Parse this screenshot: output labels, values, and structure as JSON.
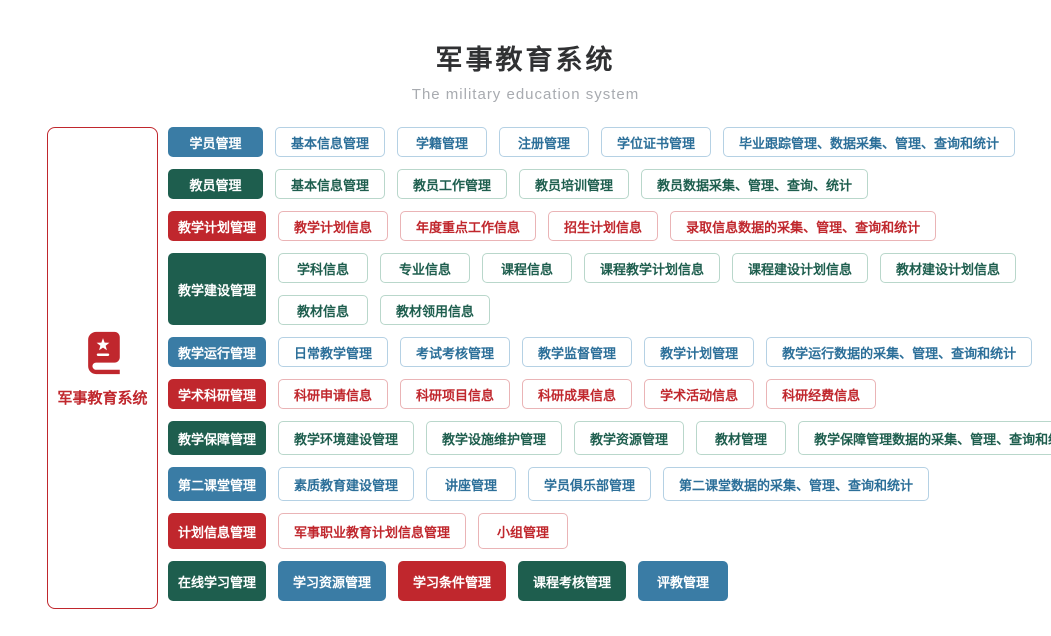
{
  "header": {
    "title": "军事教育系统",
    "subtitle": "The military education system"
  },
  "sidebar": {
    "label": "军事教育系统",
    "icon": "book-star-icon"
  },
  "colors": {
    "blue": {
      "solid": "#3a7ca5",
      "text": "#2c6f99",
      "border": "#b5d1e4"
    },
    "green": {
      "solid": "#1e5e4e",
      "text": "#1e5e4e",
      "border": "#b9d7cb"
    },
    "red": {
      "solid": "#c0272d",
      "text": "#c0272d",
      "border": "#eab4b6"
    }
  },
  "rows": [
    {
      "category": {
        "label": "学员管理",
        "color": "blue"
      },
      "lines": [
        [
          {
            "label": "基本信息管理",
            "variant": "outline",
            "color": "blue"
          },
          {
            "label": "学籍管理",
            "variant": "outline",
            "color": "blue"
          },
          {
            "label": "注册管理",
            "variant": "outline",
            "color": "blue"
          },
          {
            "label": "学位证书管理",
            "variant": "outline",
            "color": "blue"
          },
          {
            "label": "毕业跟踪管理、数据采集、管理、查询和统计",
            "variant": "outline",
            "color": "blue"
          }
        ]
      ]
    },
    {
      "category": {
        "label": "教员管理",
        "color": "green"
      },
      "lines": [
        [
          {
            "label": "基本信息管理",
            "variant": "outline",
            "color": "green"
          },
          {
            "label": "教员工作管理",
            "variant": "outline",
            "color": "green"
          },
          {
            "label": "教员培训管理",
            "variant": "outline",
            "color": "green"
          },
          {
            "label": "教员数据采集、管理、查询、统计",
            "variant": "outline",
            "color": "green"
          }
        ]
      ]
    },
    {
      "category": {
        "label": "教学计划管理",
        "color": "red"
      },
      "lines": [
        [
          {
            "label": "教学计划信息",
            "variant": "outline",
            "color": "red"
          },
          {
            "label": "年度重点工作信息",
            "variant": "outline",
            "color": "red"
          },
          {
            "label": "招生计划信息",
            "variant": "outline",
            "color": "red"
          },
          {
            "label": "录取信息数据的采集、管理、查询和统计",
            "variant": "outline",
            "color": "red"
          }
        ]
      ]
    },
    {
      "category": {
        "label": "教学建设管理",
        "color": "green"
      },
      "lines": [
        [
          {
            "label": "学科信息",
            "variant": "outline",
            "color": "green"
          },
          {
            "label": "专业信息",
            "variant": "outline",
            "color": "green"
          },
          {
            "label": "课程信息",
            "variant": "outline",
            "color": "green"
          },
          {
            "label": "课程教学计划信息",
            "variant": "outline",
            "color": "green"
          },
          {
            "label": "课程建设计划信息",
            "variant": "outline",
            "color": "green"
          },
          {
            "label": "教材建设计划信息",
            "variant": "outline",
            "color": "green"
          }
        ],
        [
          {
            "label": "教材信息",
            "variant": "outline",
            "color": "green"
          },
          {
            "label": "教材领用信息",
            "variant": "outline",
            "color": "green"
          }
        ]
      ]
    },
    {
      "category": {
        "label": "教学运行管理",
        "color": "blue"
      },
      "lines": [
        [
          {
            "label": "日常教学管理",
            "variant": "outline",
            "color": "blue"
          },
          {
            "label": "考试考核管理",
            "variant": "outline",
            "color": "blue"
          },
          {
            "label": "教学监督管理",
            "variant": "outline",
            "color": "blue"
          },
          {
            "label": "教学计划管理",
            "variant": "outline",
            "color": "blue"
          },
          {
            "label": "教学运行数据的采集、管理、查询和统计",
            "variant": "outline",
            "color": "blue"
          }
        ]
      ]
    },
    {
      "category": {
        "label": "学术科研管理",
        "color": "red"
      },
      "lines": [
        [
          {
            "label": "科研申请信息",
            "variant": "outline",
            "color": "red"
          },
          {
            "label": "科研项目信息",
            "variant": "outline",
            "color": "red"
          },
          {
            "label": "科研成果信息",
            "variant": "outline",
            "color": "red"
          },
          {
            "label": "学术活动信息",
            "variant": "outline",
            "color": "red"
          },
          {
            "label": "科研经费信息",
            "variant": "outline",
            "color": "red"
          }
        ]
      ]
    },
    {
      "category": {
        "label": "教学保障管理",
        "color": "green"
      },
      "lines": [
        [
          {
            "label": "教学环境建设管理",
            "variant": "outline",
            "color": "green"
          },
          {
            "label": "教学设施维护管理",
            "variant": "outline",
            "color": "green"
          },
          {
            "label": "教学资源管理",
            "variant": "outline",
            "color": "green"
          },
          {
            "label": "教材管理",
            "variant": "outline",
            "color": "green"
          },
          {
            "label": "教学保障管理数据的采集、管理、查询和统计",
            "variant": "outline",
            "color": "green"
          }
        ]
      ]
    },
    {
      "category": {
        "label": "第二课堂管理",
        "color": "blue"
      },
      "lines": [
        [
          {
            "label": "素质教育建设管理",
            "variant": "outline",
            "color": "blue"
          },
          {
            "label": "讲座管理",
            "variant": "outline",
            "color": "blue"
          },
          {
            "label": "学员俱乐部管理",
            "variant": "outline",
            "color": "blue"
          },
          {
            "label": "第二课堂数据的采集、管理、查询和统计",
            "variant": "outline",
            "color": "blue"
          }
        ]
      ]
    },
    {
      "category": {
        "label": "计划信息管理",
        "color": "red"
      },
      "lines": [
        [
          {
            "label": "军事职业教育计划信息管理",
            "variant": "outline",
            "color": "red"
          },
          {
            "label": "小组管理",
            "variant": "outline",
            "color": "red"
          }
        ]
      ]
    },
    {
      "category": {
        "label": "在线学习管理",
        "color": "green"
      },
      "lines": [
        [
          {
            "label": "学习资源管理",
            "variant": "solid",
            "color": "blue"
          },
          {
            "label": "学习条件管理",
            "variant": "solid",
            "color": "red"
          },
          {
            "label": "课程考核管理",
            "variant": "solid",
            "color": "green"
          },
          {
            "label": "评教管理",
            "variant": "solid",
            "color": "blue"
          }
        ]
      ]
    }
  ]
}
